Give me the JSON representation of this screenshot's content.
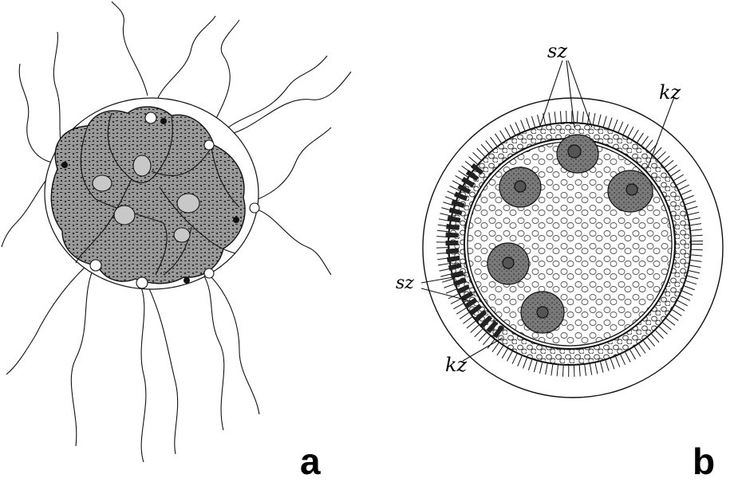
{
  "figure": {
    "panel_a_label": "a",
    "panel_b_label": "b",
    "annotations": {
      "sz_top": "sz",
      "kz_right": "kz",
      "sz_left": "sz",
      "kz_bottom": "kz"
    }
  },
  "colors": {
    "ink": "#000000",
    "cell_tone": "#8a8a8a",
    "background": "#ffffff"
  }
}
